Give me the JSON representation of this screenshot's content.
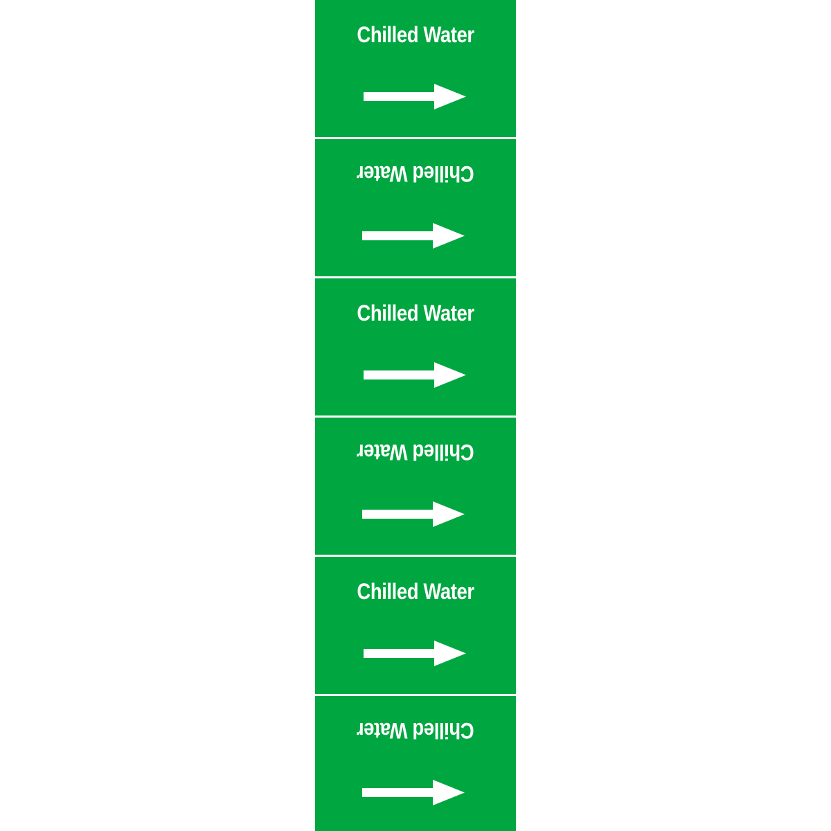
{
  "marker": {
    "background_color": "#00a63f",
    "text_color": "#ffffff",
    "labels": [
      {
        "text": "Chilled Water",
        "orientation": "upright",
        "arrow": "arrow-right-icon"
      },
      {
        "text": "Chilled Water",
        "orientation": "inverted",
        "arrow": "arrow-right-icon"
      },
      {
        "text": "Chilled Water",
        "orientation": "upright",
        "arrow": "arrow-right-icon"
      },
      {
        "text": "Chilled Water",
        "orientation": "inverted",
        "arrow": "arrow-right-icon"
      },
      {
        "text": "Chilled Water",
        "orientation": "upright",
        "arrow": "arrow-right-icon"
      },
      {
        "text": "Chilled Water",
        "orientation": "inverted",
        "arrow": "arrow-right-icon"
      }
    ]
  }
}
